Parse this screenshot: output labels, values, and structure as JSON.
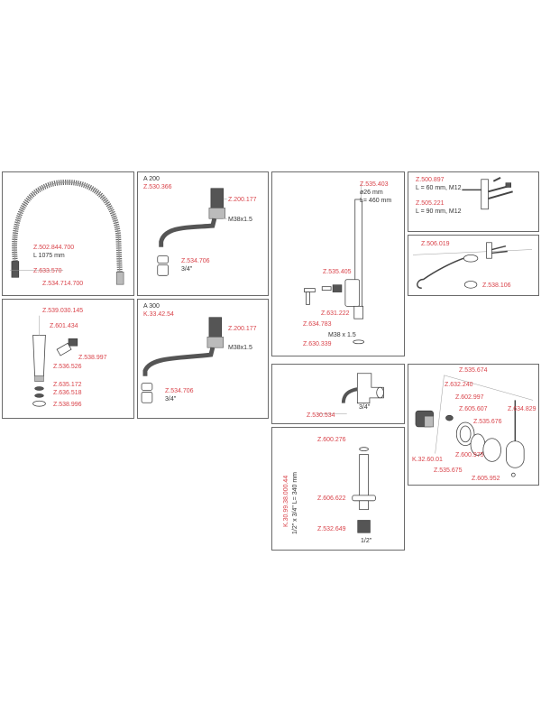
{
  "p1": {
    "code1": "Z.502.844.700",
    "len1": "L 1075 mm",
    "code2": "Z.633.570",
    "code3": "Z.534.714.700"
  },
  "p2": {
    "model": "A 200",
    "code1": "Z.530.366",
    "code2": "Z.200.177",
    "thread": "M38x1.5",
    "code3": "Z.534.706",
    "size": "3/4\""
  },
  "p3": {
    "code1": "Z.535.403",
    "dia": "ø26 mm",
    "len": "L= 460 mm",
    "code2": "Z.535.405",
    "code3": "Z.631.222",
    "code4": "Z.634.783",
    "thread": "M38 x 1.5",
    "code5": "Z.630.339"
  },
  "p4": {
    "code1": "Z.500.897",
    "len1": "L = 60 mm, M12",
    "code2": "Z.505.221",
    "len2": "L = 90 mm, M12"
  },
  "p5": {
    "code1": "Z.506.019",
    "code2": "Z.538.106"
  },
  "p6": {
    "code1": "Z.539.030.145",
    "code2": "Z.601.434",
    "code3": "Z.538.997",
    "code4": "Z.536.526",
    "code5": "Z.635.172",
    "code6": "Z.636.518",
    "code7": "Z.538.996"
  },
  "p7": {
    "model": "A 300",
    "code1": "K.33.42.54",
    "code2": "Z.200.177",
    "thread": "M38x1.5",
    "code3": "Z.534.706",
    "size": "3/4\""
  },
  "p8": {
    "code1": "Z.530.534",
    "size": "3/4\""
  },
  "p9": {
    "code1": "Z.535.674",
    "code2": "Z.632.240",
    "code3": "Z.602.997",
    "code4": "Z.605.607",
    "code5": "Z.535.676",
    "code6": "Z.634.829",
    "code7": "K.32.60.01",
    "code8": "Z.600.975",
    "code9": "Z.535.675",
    "code10": "Z.605.952"
  },
  "p10": {
    "code1": "Z.600.276",
    "vcode": "K.30.99.38.000.44",
    "vdim": "1/2\" x 3/4\" L= 340 mm",
    "code2": "Z.606.622",
    "code3": "Z.532.649",
    "size": "1/2\""
  }
}
